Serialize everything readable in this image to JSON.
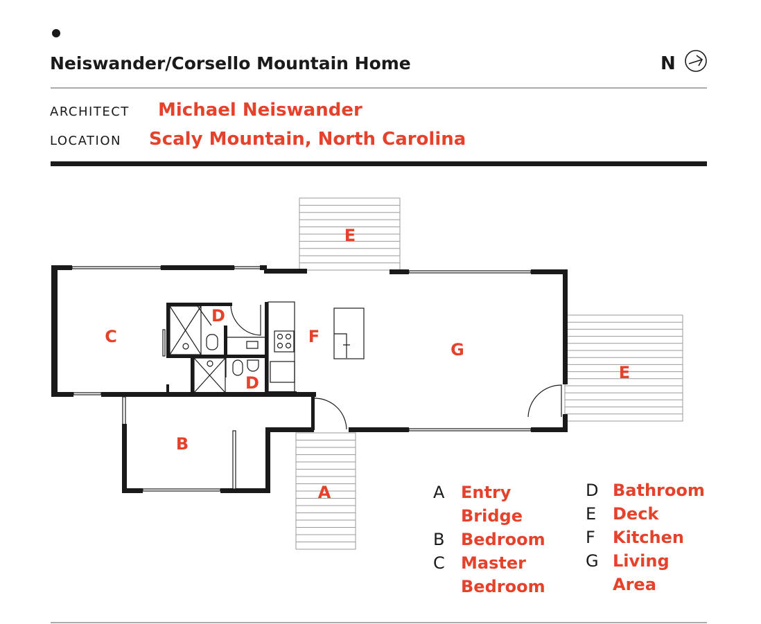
{
  "header": {
    "title": "Neiswander/Corsello Mountain Home",
    "north_label": "N",
    "architect_label": "ARCHITECT",
    "architect_value": "Michael Neiswander",
    "location_label": "LOCATION",
    "location_value": "Scaly Mountain, North Carolina"
  },
  "plan": {
    "labels": {
      "deck_top": "E",
      "deck_right": "E",
      "entry": "A",
      "bedroom": "B",
      "master": "C",
      "bath_upper": "D",
      "bath_lower": "D",
      "kitchen": "F",
      "living": "G"
    }
  },
  "legend": [
    {
      "letter": "A",
      "line1": "Entry",
      "line2": "Bridge"
    },
    {
      "letter": "B",
      "line1": "Bedroom"
    },
    {
      "letter": "C",
      "line1": "Master",
      "line2": "Bedroom"
    },
    {
      "letter": "D",
      "line1": "Bathroom"
    },
    {
      "letter": "E",
      "line1": "Deck"
    },
    {
      "letter": "F",
      "line1": "Kitchen"
    },
    {
      "letter": "G",
      "line1": "Living",
      "line2": "Area"
    }
  ],
  "colors": {
    "accent": "#e5412b",
    "ink": "#1a1a1a"
  }
}
